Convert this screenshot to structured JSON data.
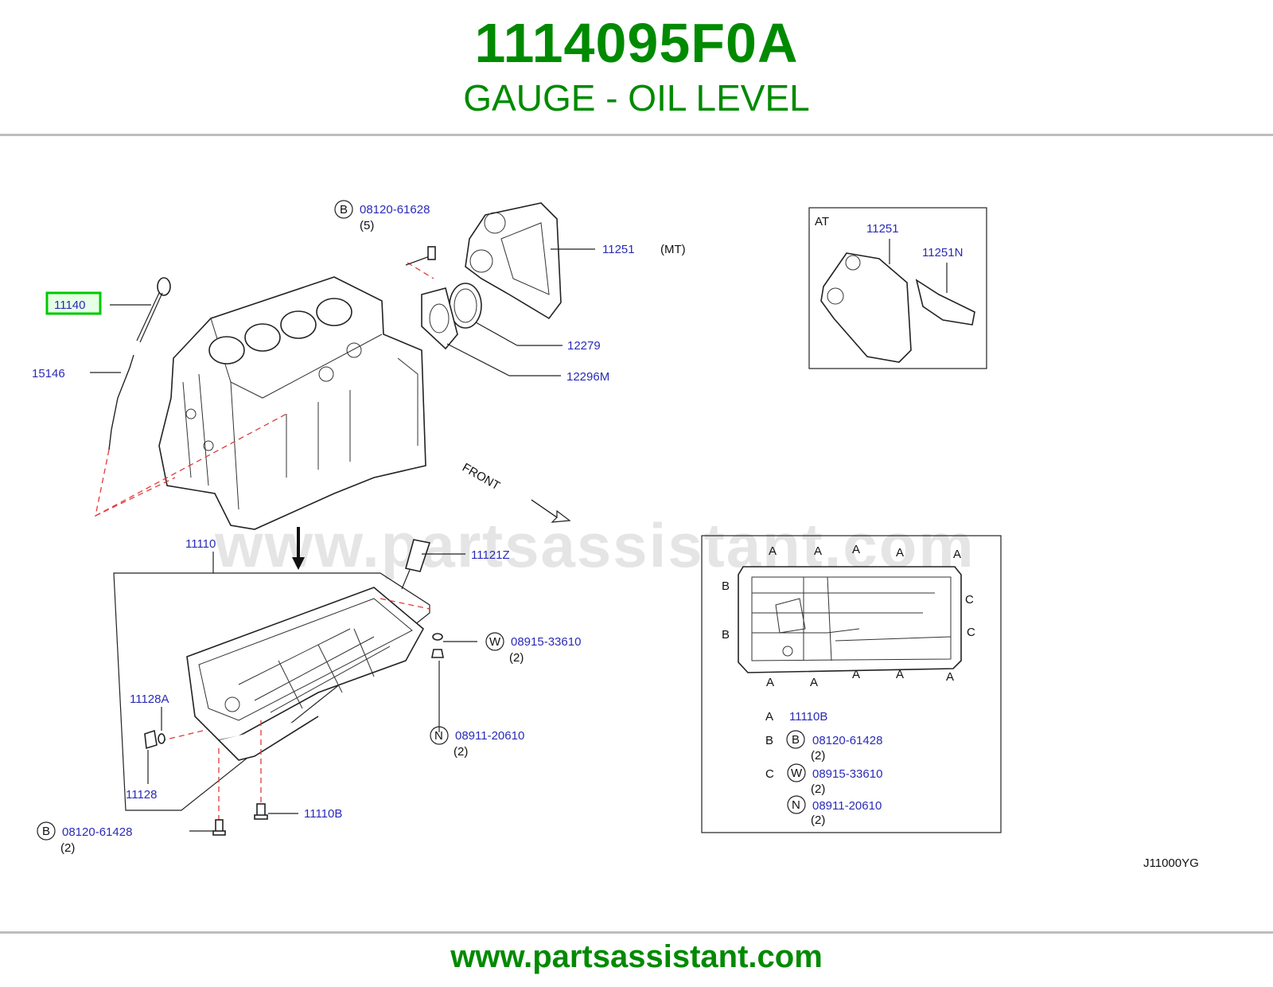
{
  "header": {
    "part_number": "1114095F0A",
    "part_name": "GAUGE - OIL LEVEL"
  },
  "footer": {
    "url": "www.partsassistant.com"
  },
  "watermark": "www.partsassistant.com",
  "colors": {
    "brand_green": "#008a00",
    "label_blue": "#2a2ab8",
    "highlight": "#00c800",
    "leader_red": "#e23a3a"
  },
  "callouts": {
    "c11140": "11140",
    "c15146": "15146",
    "c08120_61628": "08120-61628",
    "c08120_61628_qty": "(5)",
    "c11251": "11251",
    "c11251_mt": "(MT)",
    "c12279": "12279",
    "c12296M": "12296M",
    "c11110": "11110",
    "c11121Z": "11121Z",
    "c08915_33610": "08915-33610",
    "c08915_33610_qty": "(2)",
    "c08911_20610": "08911-20610",
    "c08911_20610_qty": "(2)",
    "c11128A": "11128A",
    "c11128": "11128",
    "c11110B": "11110B",
    "c08120_61428": "08120-61428",
    "c08120_61428_qty": "(2)",
    "front": "FRONT",
    "diagram_code": "J11000YG"
  },
  "circle_letters": {
    "b": "B",
    "w": "W",
    "n": "N"
  },
  "at_box": {
    "title": "AT",
    "c11251": "11251",
    "c11251N": "11251N"
  },
  "pan_detail": {
    "a": "A",
    "b": "B",
    "c": "C"
  },
  "legend": {
    "rows": [
      {
        "key": "A",
        "part": "11110B",
        "qty": ""
      },
      {
        "key": "B",
        "circle": "B",
        "part": "08120-61428",
        "qty": "(2)"
      },
      {
        "key": "C",
        "circle": "W",
        "part": "08915-33610",
        "qty": "(2)"
      },
      {
        "key": "",
        "circle": "N",
        "part": "08911-20610",
        "qty": "(2)"
      }
    ]
  }
}
